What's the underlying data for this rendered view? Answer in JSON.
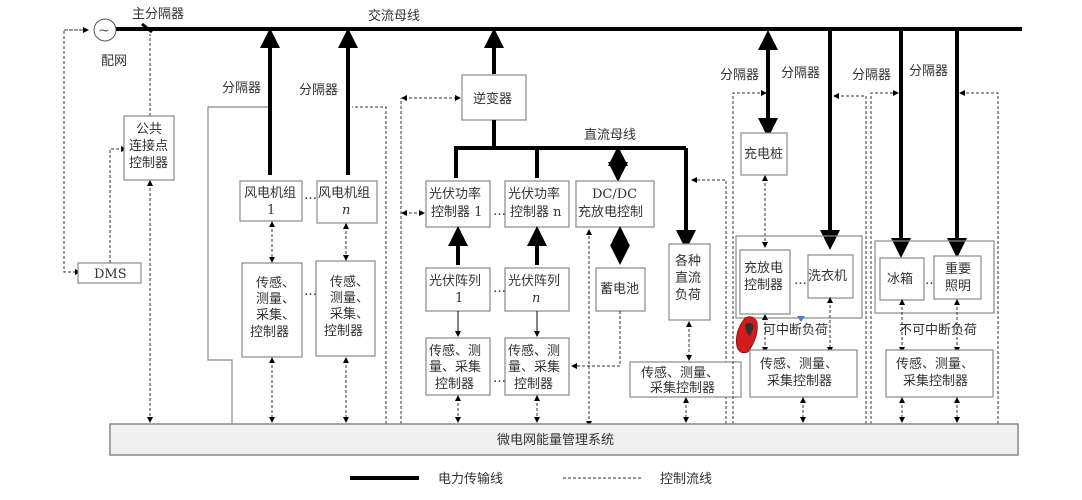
{
  "diagram": {
    "ac_bus": "交流母线",
    "dc_bus": "直流母线",
    "main_breaker": "主分隔器",
    "grid": "配网",
    "grid_symbol": "~",
    "breaker": "分隔器",
    "pcc_controller": [
      "公共",
      "连接点",
      "控制器"
    ],
    "dms": "DMS",
    "wind_units": [
      {
        "line1": "风电机组",
        "line2": "1"
      },
      {
        "line1": "风电机组",
        "line2": "n"
      }
    ],
    "sensor_ctrl_4": [
      "传感、",
      "测量、",
      "采集、",
      "控制器"
    ],
    "inverter": "逆变器",
    "pv_controllers": [
      {
        "line1": "光伏功率",
        "line2": "控制器 1"
      },
      {
        "line1": "光伏功率",
        "line2": "控制器 n"
      }
    ],
    "dcdc": {
      "line1": "DC/DC",
      "line2": "充放电控制"
    },
    "pv_arrays": [
      {
        "line1": "光伏阵列",
        "line2": "1"
      },
      {
        "line1": "光伏阵列",
        "line2": "n"
      }
    ],
    "battery": "蓄电池",
    "dc_loads": [
      "各种",
      "直流",
      "负荷"
    ],
    "sensor_ctrl_3": [
      "传感、测",
      "量、采集",
      "控制器"
    ],
    "sensor_ctrl_2": [
      "传感、测量、",
      "采集控制器"
    ],
    "charging_pile": "充电桩",
    "charge_controller": [
      "充放电",
      "控制器"
    ],
    "washer": "洗衣机",
    "interruptible_load": "可中断负荷",
    "fridge": "冰箱",
    "lighting": [
      "重要",
      "照明"
    ],
    "uninterruptible_load": "不可中断负荷",
    "ems": "微电网能量管理系统",
    "ellipsis": "…",
    "legend": {
      "power_line": "电力传输线",
      "control_line": "控制流线"
    }
  }
}
